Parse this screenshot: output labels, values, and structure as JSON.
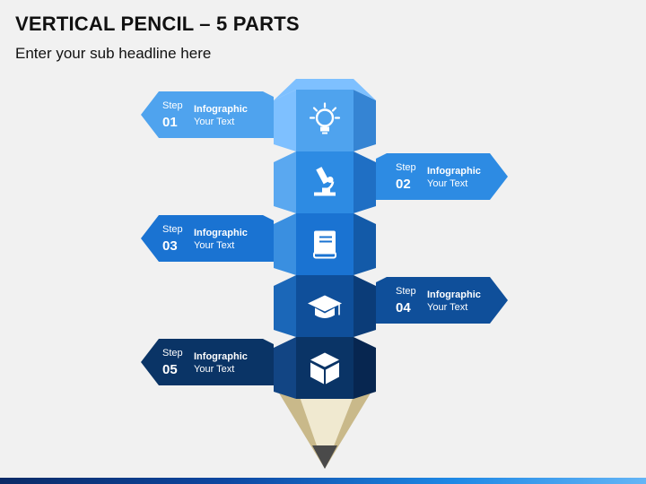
{
  "title": "VERTICAL PENCIL – 5 PARTS",
  "subtitle": "Enter your sub headline here",
  "steps": [
    {
      "step": "Step",
      "number": "01",
      "heading": "Infographic",
      "text": "Your Text",
      "icon": "lightbulb-icon",
      "side": "left",
      "color": "#4fa3ee",
      "dark": "#3584d3",
      "light": "#7ec0ff"
    },
    {
      "step": "Step",
      "number": "02",
      "heading": "Infographic",
      "text": "Your Text",
      "icon": "microscope-icon",
      "side": "right",
      "color": "#2d8be3",
      "dark": "#1f6fc4",
      "light": "#5aa8f0"
    },
    {
      "step": "Step",
      "number": "03",
      "heading": "Infographic",
      "text": "Your Text",
      "icon": "book-icon",
      "side": "left",
      "color": "#1a73d2",
      "dark": "#135aa8",
      "light": "#3a8fe0"
    },
    {
      "step": "Step",
      "number": "04",
      "heading": "Infographic",
      "text": "Your Text",
      "icon": "graduation-cap-icon",
      "side": "right",
      "color": "#0f4f9a",
      "dark": "#0b3c78",
      "light": "#1b67b8"
    },
    {
      "step": "Step",
      "number": "05",
      "heading": "Infographic",
      "text": "Your Text",
      "icon": "cube-icon",
      "side": "left",
      "color": "#0a3466",
      "dark": "#072650",
      "light": "#124584"
    }
  ],
  "colors": {
    "wood": "#f0e9d0",
    "wood_shade": "#c9b98a",
    "lead": "#4a4a4a"
  }
}
